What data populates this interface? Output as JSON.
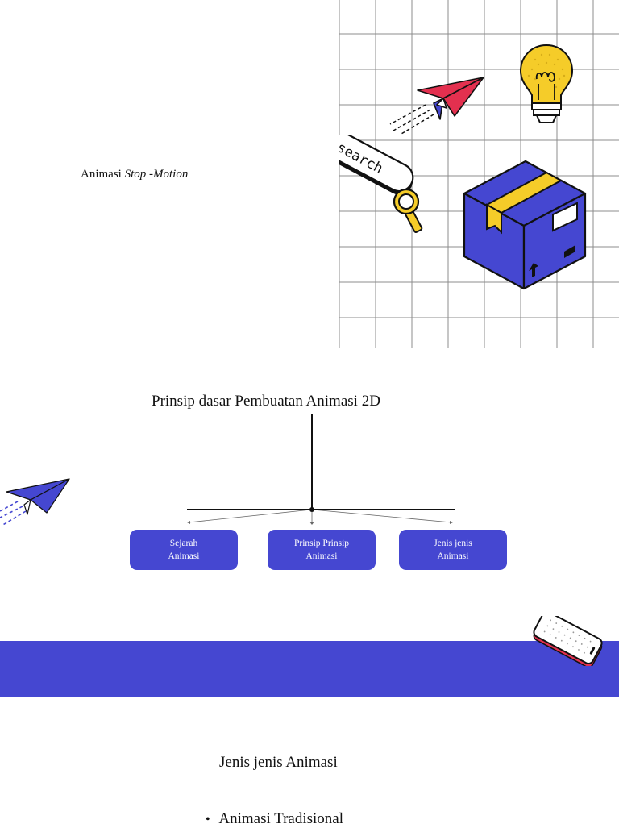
{
  "slide1": {
    "title_prefix": "Animasi ",
    "title_emphasis": "Stop -Motion",
    "search_label": "search",
    "colors": {
      "accent": "#4547d1",
      "yellow": "#f5cc29",
      "red": "#e3304f",
      "grid": "#8c8c8c"
    },
    "icons": [
      "paper-plane-icon",
      "light-bulb-icon",
      "search-bar-icon",
      "magnifier-icon",
      "box-icon"
    ]
  },
  "slide2": {
    "heading": "Prinsip dasar Pembuatan Animasi 2D",
    "nodes": [
      {
        "line1": "Sejarah",
        "line2": "Animasi"
      },
      {
        "line1": "Prinsip Prinsip",
        "line2": "Animasi"
      },
      {
        "line1": "Jenis jenis",
        "line2": "Animasi"
      }
    ],
    "icons": [
      "paper-plane-icon"
    ]
  },
  "slide3": {
    "icons": [
      "smartphone-icon"
    ]
  },
  "slide4": {
    "heading": "Jenis jenis Animasi",
    "bullet": "•",
    "items": [
      "Animasi Tradisional"
    ]
  }
}
